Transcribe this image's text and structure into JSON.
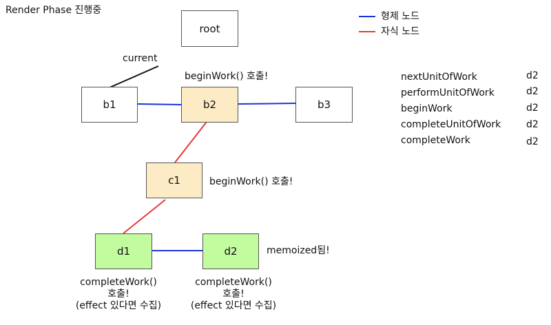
{
  "title": "Render Phase 진행중",
  "legend": [
    {
      "label": "형제 노드",
      "color": "#1b33d6"
    },
    {
      "label": "자식 노드",
      "color": "#e53935"
    }
  ],
  "nodes": {
    "root": "root",
    "b1": "b1",
    "b2": "b2",
    "b3": "b3",
    "c1": "c1",
    "d1": "d1",
    "d2": "d2"
  },
  "labels": {
    "current": "current",
    "b2_note": "beginWork() 호출!",
    "c1_note": "beginWork() 호출!",
    "d2_note": "memoized됨!",
    "d1_note": [
      "completeWork()",
      "호출!",
      "(effect 있다면 수집)"
    ],
    "d2_bottom_note": [
      "completeWork()",
      "호출!",
      "(effect 있다면 수집)"
    ]
  },
  "status": [
    {
      "name": "nextUnitOfWork",
      "value": "d2"
    },
    {
      "name": "performUnitOfWork",
      "value": "d2"
    },
    {
      "name": "beginWork",
      "value": "d2"
    },
    {
      "name": "completeUnitOfWork",
      "value": "d2"
    },
    {
      "name": "completeWork",
      "value": "d2"
    }
  ],
  "colors": {
    "sibling_edge": "#1b33d6",
    "child_edge": "#e53935",
    "current_edge": "#111111",
    "active_fill": "#fcebc4",
    "done_fill": "#c3fb9f"
  }
}
